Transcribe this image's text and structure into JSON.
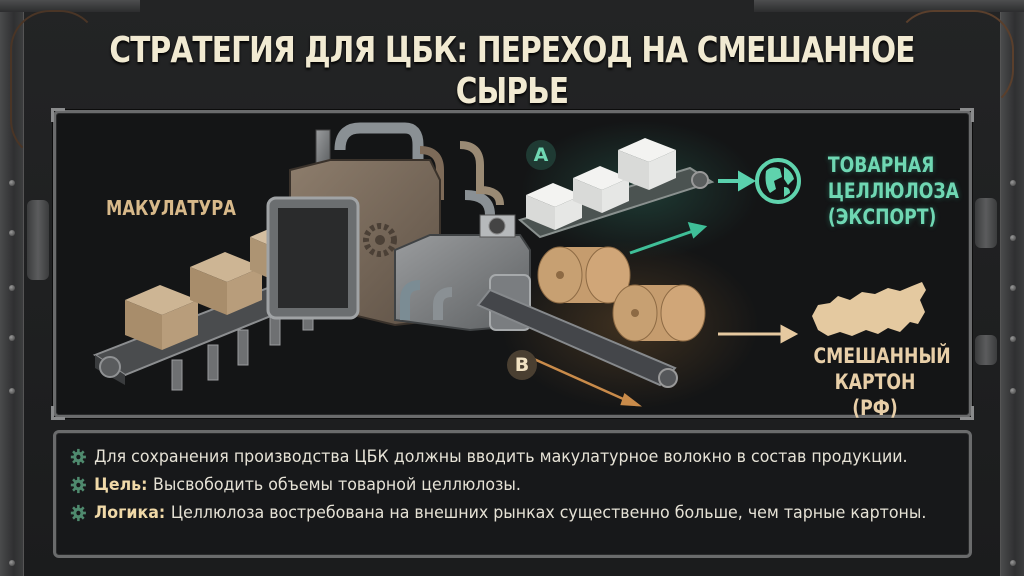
{
  "title": "СТРАТЕГИЯ ДЛЯ ЦБК: ПЕРЕХОД НА СМЕШАННОЕ СЫРЬЕ",
  "diagram": {
    "input_label": "МАКУЛАТУРА",
    "route_a": {
      "badge": "A",
      "label_lines": [
        "ТОВАРНАЯ",
        "ЦЕЛЛЮЛОЗА",
        "(ЭКСПОРТ)"
      ],
      "icon": "globe-icon",
      "color": "#6fd7b3"
    },
    "route_b": {
      "badge": "B",
      "label_lines": [
        "СМЕШАННЫЙ",
        "КАРТОН (РФ)"
      ],
      "icon": "russia-map-icon",
      "color": "#e8cfa8"
    }
  },
  "info": {
    "items": [
      {
        "bold": "",
        "text": "Для сохранения производства ЦБК должны вводить макулатурное волокно в состав продукции."
      },
      {
        "bold": "Цель:",
        "text": "Высвободить объемы товарной целлюлозы."
      },
      {
        "bold": "Логика:",
        "text": "Целлюлоза востребована на внешних рынках существенно больше, чем тарные картоны."
      }
    ],
    "bullet_icon": "gear-icon",
    "bullet_color": "#4f8a6e"
  },
  "colors": {
    "background": "#1a1b1c",
    "title": "#f1ead2",
    "accent_green": "#6fd7b3",
    "accent_tan": "#d8b98a"
  }
}
